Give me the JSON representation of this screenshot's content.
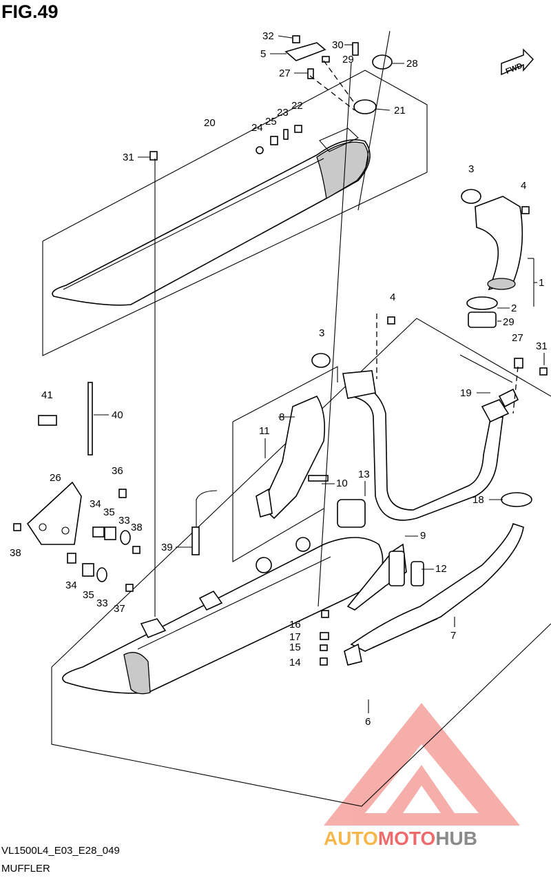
{
  "figure": {
    "title": "FIG.49",
    "model_code": "VL1500L4_E03_E28_049",
    "caption": "MUFFLER"
  },
  "fwd_badge": "FWD",
  "watermark": {
    "brand_parts": [
      "AUTO",
      "MOTO",
      "HUB"
    ],
    "colors": {
      "auto": "#f7b64a",
      "moto": "#ef6a6a",
      "hub": "#8a8a8a",
      "logo": "#f26b6b"
    }
  },
  "callouts": [
    "1",
    "2",
    "3",
    "3",
    "4",
    "4",
    "5",
    "6",
    "7",
    "8",
    "9",
    "10",
    "11",
    "12",
    "13",
    "14",
    "15",
    "16",
    "17",
    "18",
    "19",
    "20",
    "21",
    "22",
    "23",
    "24",
    "25",
    "26",
    "27",
    "27",
    "28",
    "29",
    "29",
    "30",
    "31",
    "31",
    "32",
    "33",
    "33",
    "34",
    "34",
    "35",
    "35",
    "36",
    "37",
    "38",
    "38",
    "39",
    "40",
    "41"
  ]
}
